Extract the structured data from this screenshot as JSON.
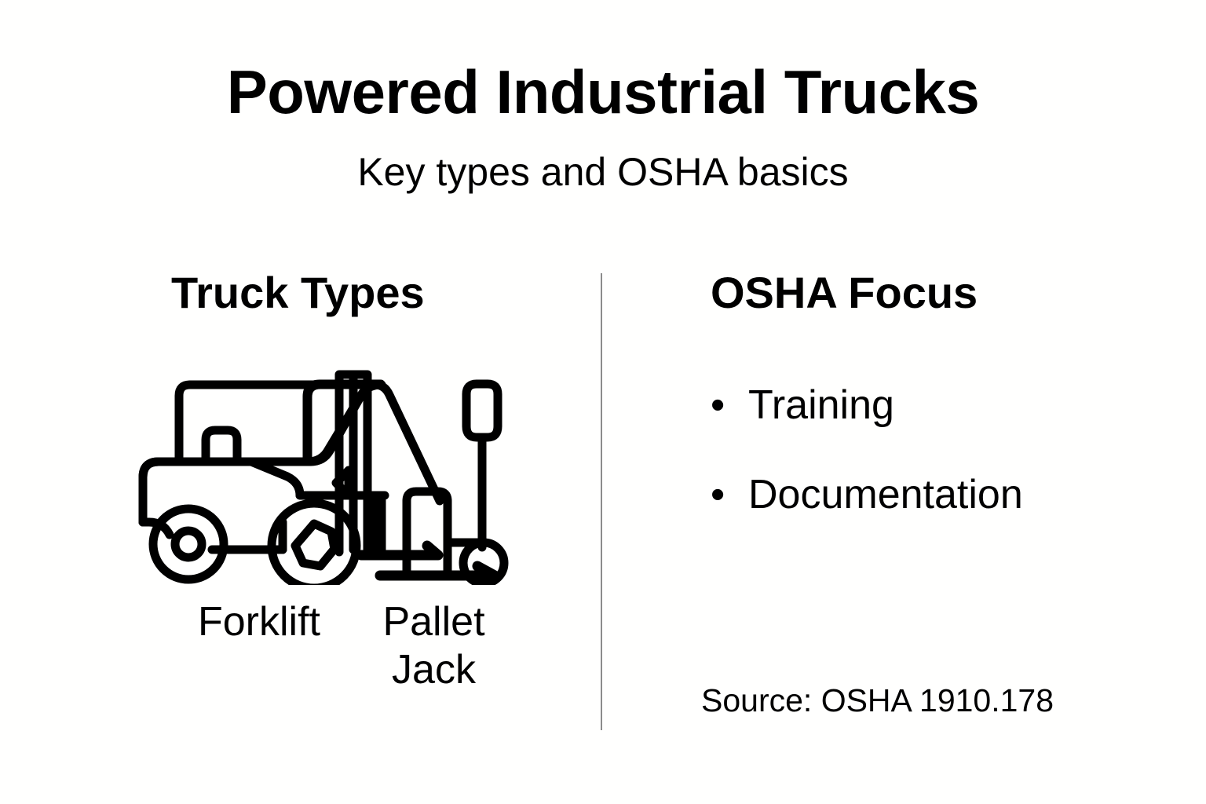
{
  "header": {
    "title": "Powered Industrial Trucks",
    "subtitle": "Key types and OSHA basics"
  },
  "left_column": {
    "heading": "Truck Types",
    "illustration": {
      "name": "forklift-and-pallet-jack-line-art",
      "stroke_color": "#000000",
      "fill": "none",
      "items": [
        "forklift",
        "pallet-jack"
      ]
    },
    "captions": [
      {
        "label": "Forklift"
      },
      {
        "label": "Pallet Jack"
      }
    ]
  },
  "right_column": {
    "heading": "OSHA Focus",
    "bullet_marker": "•",
    "bullets": [
      {
        "label": "Training"
      },
      {
        "label": "Documentation"
      }
    ],
    "source": "Source: OSHA 1910.178"
  },
  "style": {
    "background_color": "#FFFFFE",
    "text_color": "#000000",
    "divider_color": "#8C8C8C"
  }
}
